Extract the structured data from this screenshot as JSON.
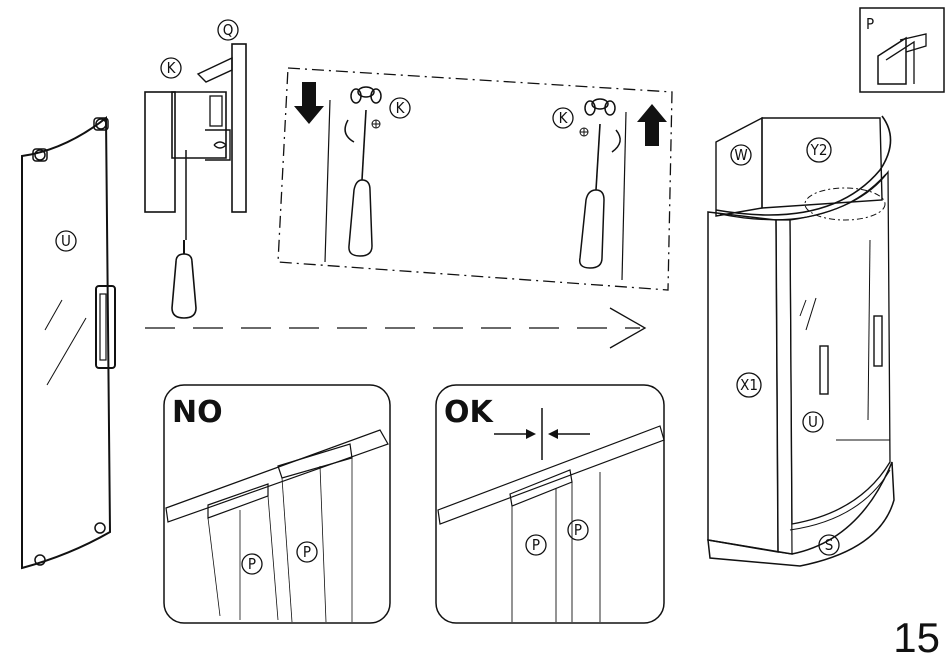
{
  "labels": {
    "P": "P",
    "Q": "Q",
    "K": "K",
    "U": "U",
    "W": "W",
    "Y2": "Y2",
    "X1": "X1",
    "S": "S"
  },
  "panels": {
    "wrong_label": "NO",
    "right_label": "OK"
  },
  "page_number": "15"
}
